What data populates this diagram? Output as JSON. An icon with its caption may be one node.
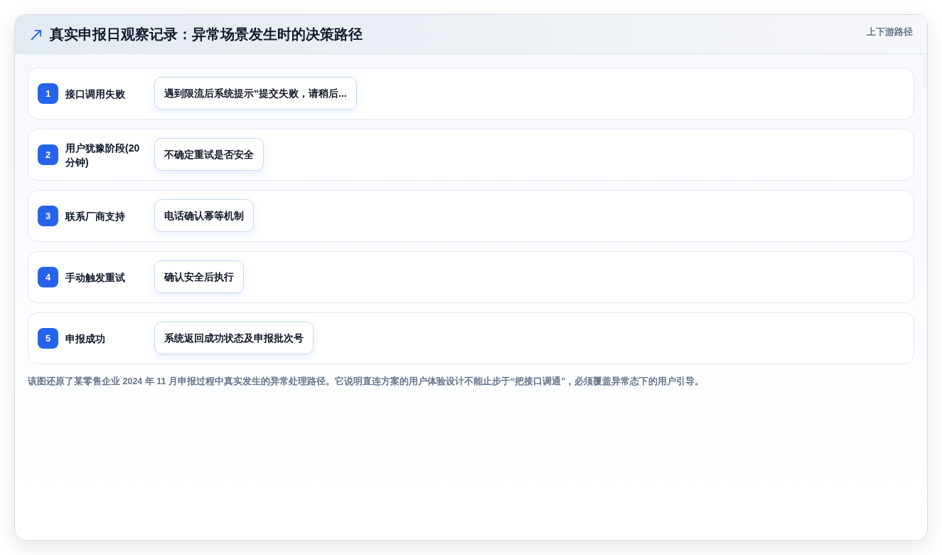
{
  "diagram": {
    "title": "真实申报日观察记录：异常场景发生时的决策路径",
    "caption": "该图还原了某零售企业 2024 年 11 月申报过程中真实发生的异常处理路径。它说明直连方案的用户体验设计不能止步于“把接口调通”，必须覆盖异常态下的用户引导。",
    "nodes": [
      {
        "text": [
          "接口调用失败"
        ]
      },
      {
        "text": [
          "1"
        ],
        "in": 0
      },
      {
        "text": [
          "遇到限流后系统提示“提交失败，请稍后..."
        ],
        "in": 0
      },
      {
        "text": [
          "用户犹豫阶段(20分钟)"
        ]
      },
      {
        "text": [
          "2"
        ],
        "in": 3
      },
      {
        "text": [
          "不确定重试是否安全"
        ],
        "in": 3
      },
      {
        "text": [
          "联系厂商支持"
        ]
      },
      {
        "text": [
          "3"
        ],
        "in": 6
      },
      {
        "text": [
          "电话确认幂等机制"
        ],
        "in": 6
      },
      {
        "text": [
          "手动触发重试"
        ]
      },
      {
        "text": [
          "4"
        ],
        "in": 9
      },
      {
        "text": [
          "确认安全后执行"
        ],
        "in": 9
      },
      {
        "text": [
          "申报成功"
        ]
      },
      {
        "text": [
          "5"
        ],
        "in": 12
      },
      {
        "text": [
          "系统返回成功状态及申报批次号"
        ],
        "in": 12
      }
    ],
    "labels": [
      "上下游路径"
    ]
  }
}
